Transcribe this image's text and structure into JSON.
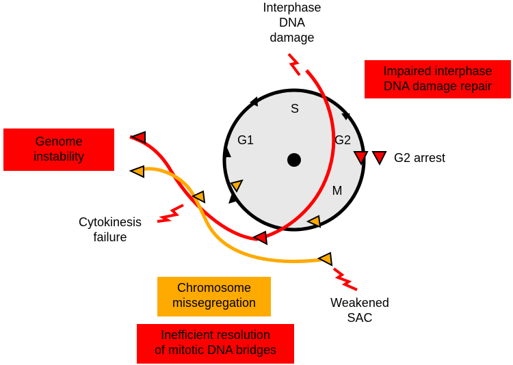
{
  "colors": {
    "red": "#ff0000",
    "orange": "#ffaa00",
    "black": "#000000",
    "cycle_fill": "#e8e8e8"
  },
  "cycle": {
    "phases": {
      "s": "S",
      "g2": "G2",
      "m": "M",
      "g1": "G1"
    }
  },
  "labels": {
    "interphase_damage": [
      "Interphase",
      "DNA",
      "damage"
    ],
    "g2_arrest": "G2 arrest",
    "cytokinesis_failure": [
      "Cytokinesis",
      "failure"
    ],
    "weakened_sac": [
      "Weakened",
      "SAC"
    ]
  },
  "boxes": {
    "impaired_repair": [
      "Impaired interphase",
      "DNA damage repair"
    ],
    "genome_instability": [
      "Genome",
      "instability"
    ],
    "chromosome_missegregation": [
      "Chromosome",
      "missegregation"
    ],
    "inefficient_resolution": [
      "Inefficient resolution",
      "of mitotic DNA bridges"
    ]
  }
}
